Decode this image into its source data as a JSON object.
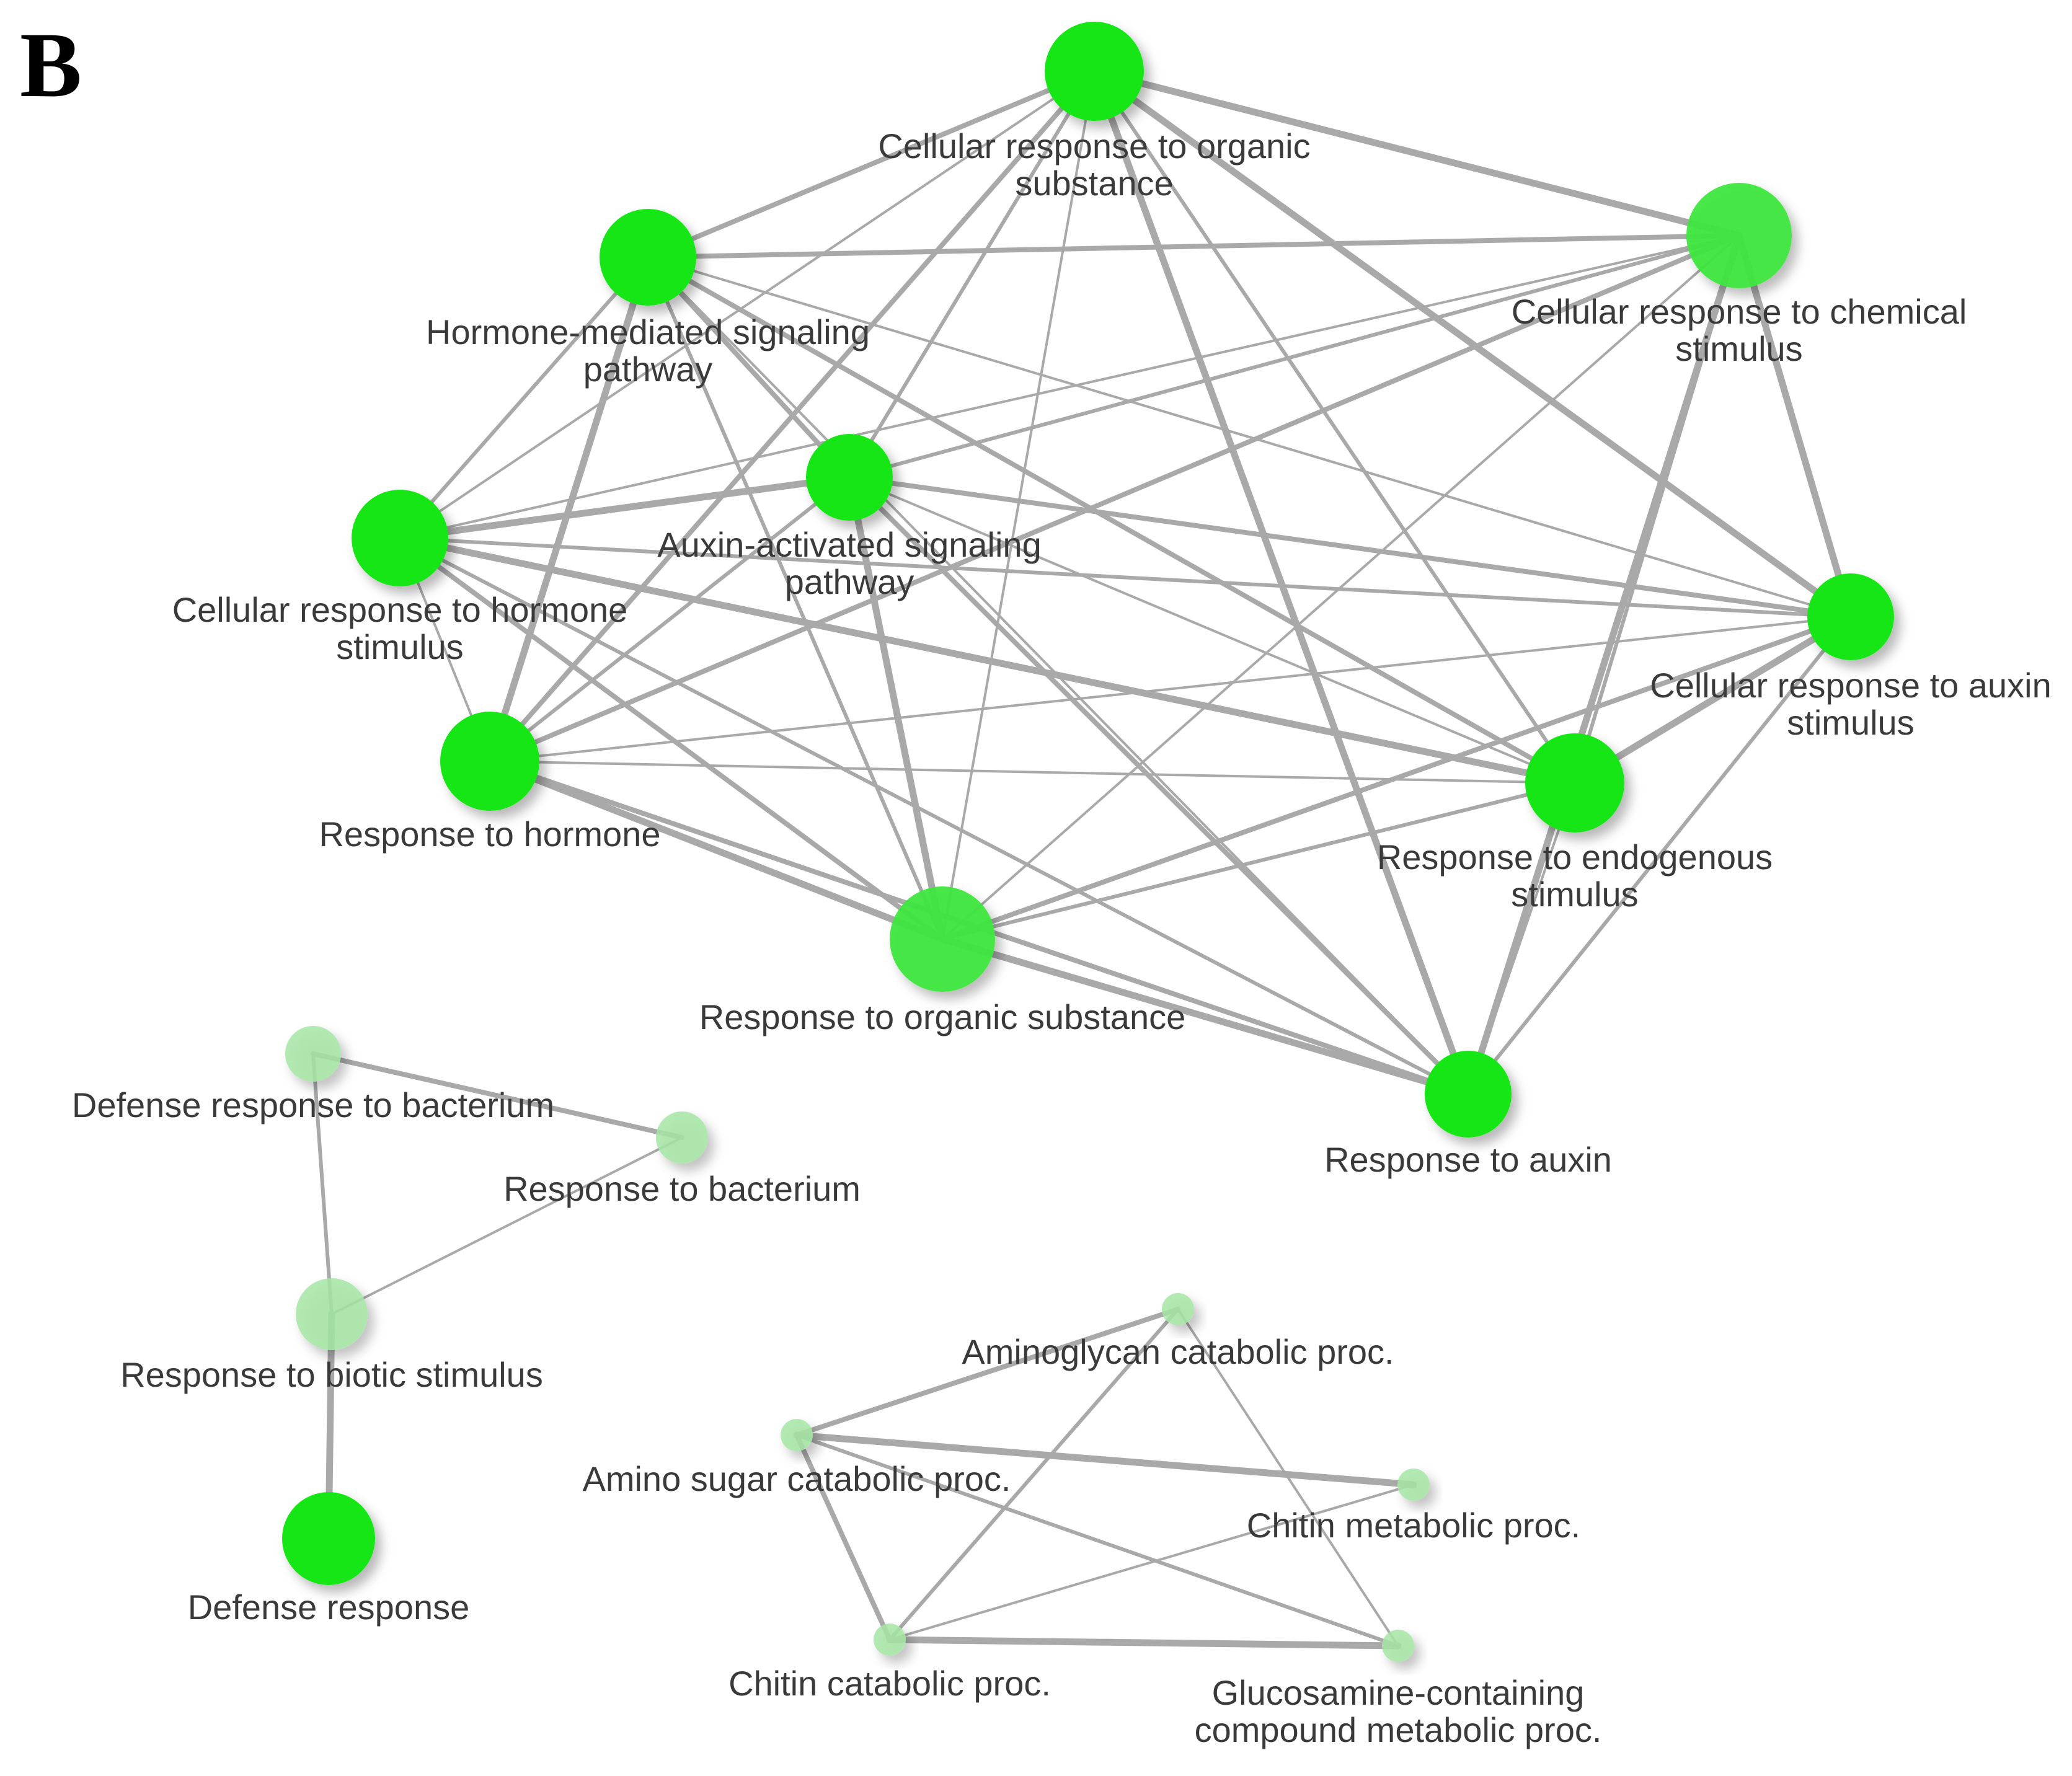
{
  "figure": {
    "panel_letter": "B"
  },
  "colors": {
    "node_strong": "#19e619",
    "node_medium": "#3ee63e",
    "node_faint": "#a6e6a6",
    "edge": "#a9a9a9",
    "label": "#3a3a3a"
  },
  "nodes": [
    {
      "id": "n1",
      "lines": [
        "Cellular response to organic",
        "substance"
      ],
      "style": "strong"
    },
    {
      "id": "n2",
      "lines": [
        "Cellular response to chemical",
        "stimulus"
      ],
      "style": "medium"
    },
    {
      "id": "n3",
      "lines": [
        "Hormone-mediated signaling",
        "pathway"
      ],
      "style": "strong"
    },
    {
      "id": "n4",
      "lines": [
        "Auxin-activated signaling",
        "pathway"
      ],
      "style": "strong"
    },
    {
      "id": "n5",
      "lines": [
        "Cellular response to hormone",
        "stimulus"
      ],
      "style": "strong"
    },
    {
      "id": "n6",
      "lines": [
        "Cellular response to auxin",
        "stimulus"
      ],
      "style": "strong"
    },
    {
      "id": "n7",
      "lines": [
        "Response to hormone"
      ],
      "style": "strong"
    },
    {
      "id": "n8",
      "lines": [
        "Response to endogenous",
        "stimulus"
      ],
      "style": "strong"
    },
    {
      "id": "n9",
      "lines": [
        "Response to organic substance"
      ],
      "style": "medium"
    },
    {
      "id": "n10",
      "lines": [
        "Response to auxin"
      ],
      "style": "strong"
    },
    {
      "id": "n11",
      "lines": [
        "Defense response to bacterium"
      ],
      "style": "faint"
    },
    {
      "id": "n12",
      "lines": [
        "Response to bacterium"
      ],
      "style": "faint"
    },
    {
      "id": "n13",
      "lines": [
        "Response to biotic stimulus"
      ],
      "style": "faint"
    },
    {
      "id": "n14",
      "lines": [
        "Defense response"
      ],
      "style": "strong"
    },
    {
      "id": "n15",
      "lines": [
        "Aminoglycan catabolic proc."
      ],
      "style": "faint"
    },
    {
      "id": "n16",
      "lines": [
        "Amino sugar catabolic proc."
      ],
      "style": "faint"
    },
    {
      "id": "n17",
      "lines": [
        "Chitin metabolic proc."
      ],
      "style": "faint"
    },
    {
      "id": "n18",
      "lines": [
        "Chitin catabolic proc."
      ],
      "style": "faint"
    },
    {
      "id": "n19",
      "lines": [
        "Glucosamine-containing",
        "compound metabolic proc."
      ],
      "style": "faint"
    }
  ],
  "edges": [
    [
      "n1",
      "n2"
    ],
    [
      "n1",
      "n3"
    ],
    [
      "n1",
      "n4"
    ],
    [
      "n1",
      "n5"
    ],
    [
      "n1",
      "n6"
    ],
    [
      "n1",
      "n7"
    ],
    [
      "n1",
      "n8"
    ],
    [
      "n1",
      "n9"
    ],
    [
      "n1",
      "n10"
    ],
    [
      "n2",
      "n3"
    ],
    [
      "n2",
      "n4"
    ],
    [
      "n2",
      "n5"
    ],
    [
      "n2",
      "n6"
    ],
    [
      "n2",
      "n7"
    ],
    [
      "n2",
      "n8"
    ],
    [
      "n2",
      "n9"
    ],
    [
      "n2",
      "n10"
    ],
    [
      "n3",
      "n4"
    ],
    [
      "n3",
      "n5"
    ],
    [
      "n3",
      "n6"
    ],
    [
      "n3",
      "n7"
    ],
    [
      "n3",
      "n8"
    ],
    [
      "n3",
      "n9"
    ],
    [
      "n3",
      "n10"
    ],
    [
      "n4",
      "n5"
    ],
    [
      "n4",
      "n6"
    ],
    [
      "n4",
      "n7"
    ],
    [
      "n4",
      "n8"
    ],
    [
      "n4",
      "n9"
    ],
    [
      "n4",
      "n10"
    ],
    [
      "n5",
      "n6"
    ],
    [
      "n5",
      "n7"
    ],
    [
      "n5",
      "n8"
    ],
    [
      "n5",
      "n9"
    ],
    [
      "n5",
      "n10"
    ],
    [
      "n6",
      "n7"
    ],
    [
      "n6",
      "n8"
    ],
    [
      "n6",
      "n9"
    ],
    [
      "n6",
      "n10"
    ],
    [
      "n7",
      "n8"
    ],
    [
      "n7",
      "n9"
    ],
    [
      "n7",
      "n10"
    ],
    [
      "n8",
      "n9"
    ],
    [
      "n8",
      "n10"
    ],
    [
      "n9",
      "n10"
    ],
    [
      "n11",
      "n12"
    ],
    [
      "n11",
      "n13"
    ],
    [
      "n12",
      "n13"
    ],
    [
      "n13",
      "n14"
    ],
    [
      "n15",
      "n16"
    ],
    [
      "n15",
      "n18"
    ],
    [
      "n15",
      "n19"
    ],
    [
      "n16",
      "n17"
    ],
    [
      "n16",
      "n18"
    ],
    [
      "n16",
      "n19"
    ],
    [
      "n17",
      "n18"
    ],
    [
      "n18",
      "n19"
    ]
  ]
}
